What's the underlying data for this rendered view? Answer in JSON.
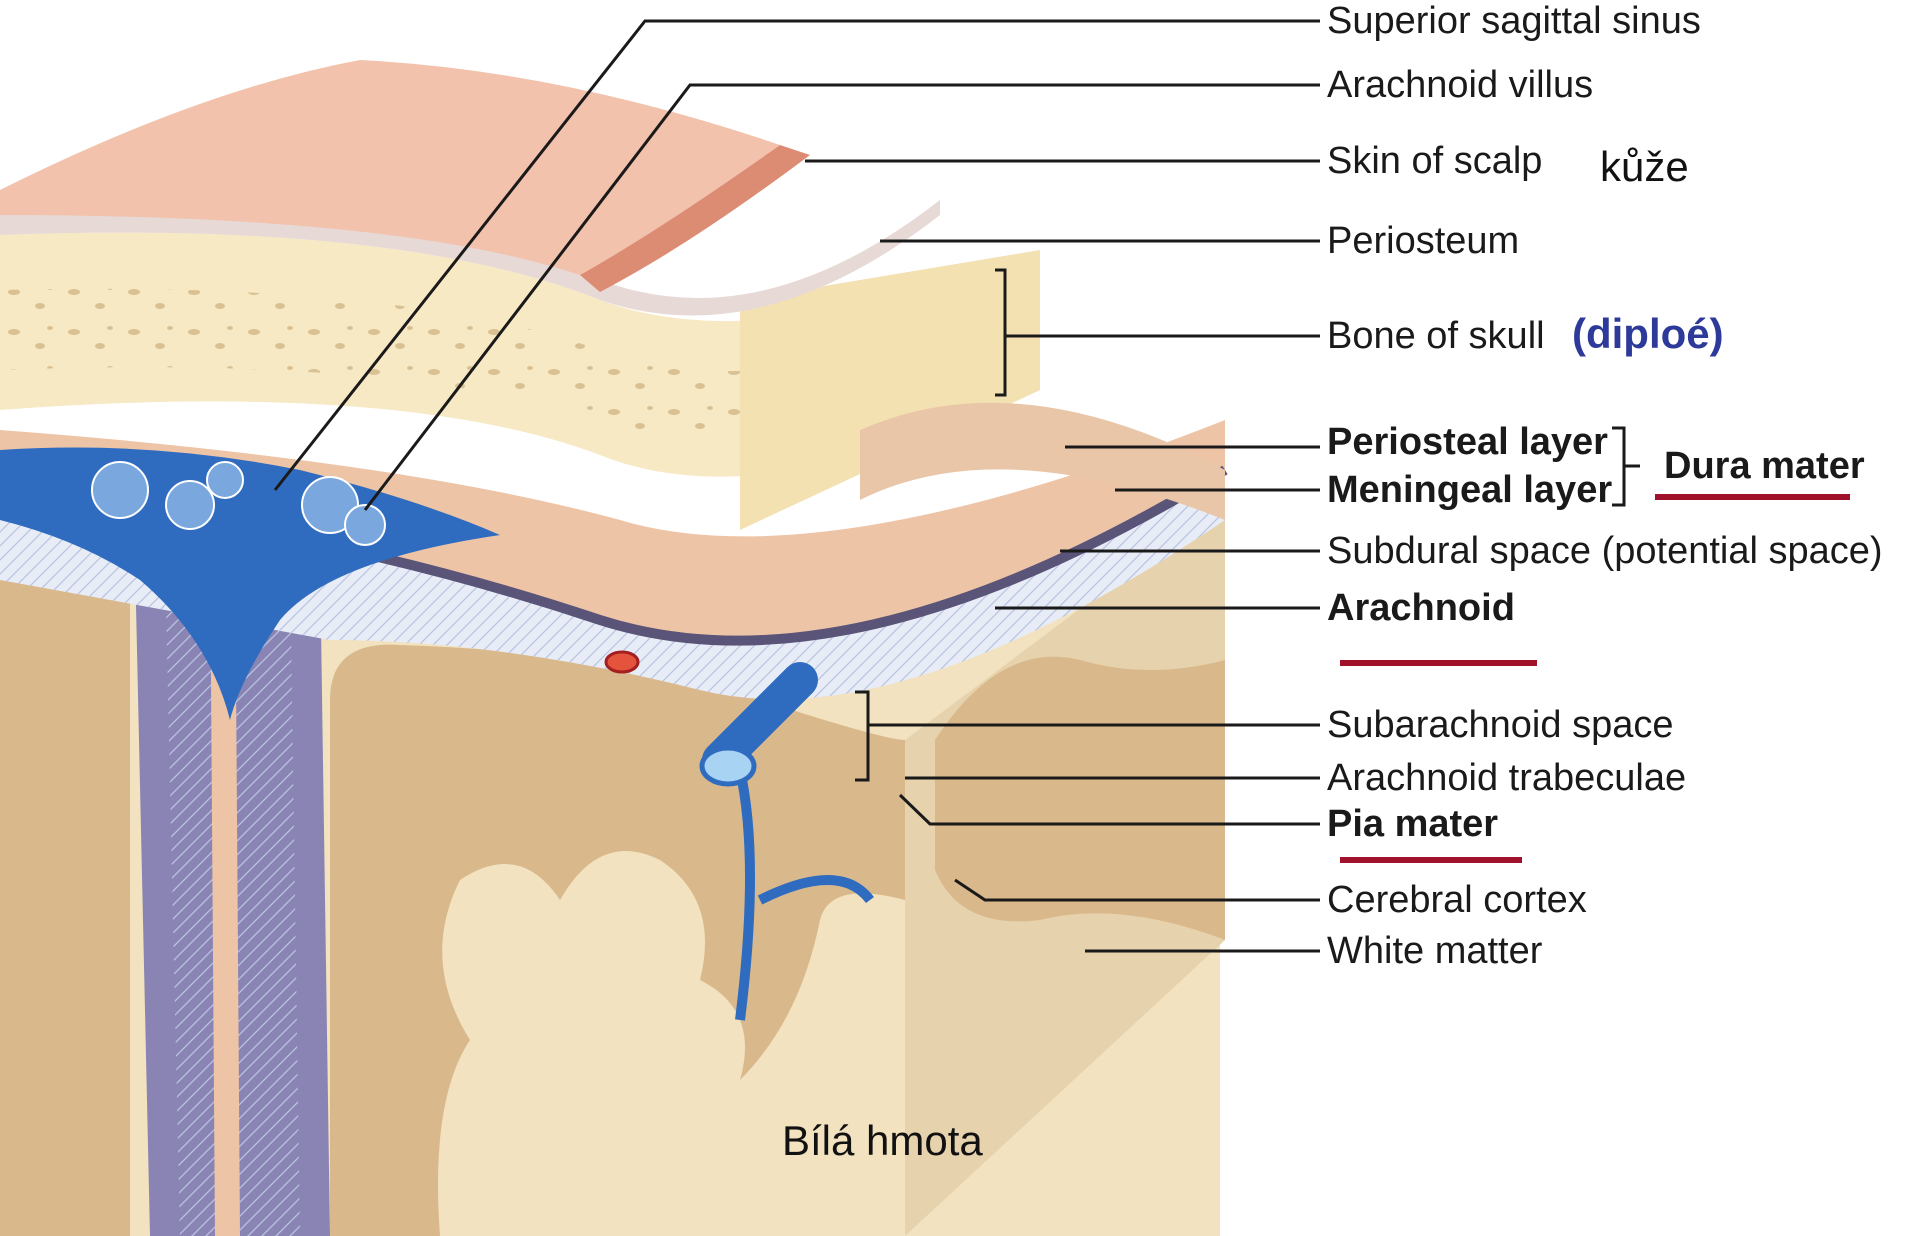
{
  "labels": {
    "superior_sagittal_sinus": "Superior sagittal sinus",
    "arachnoid_villus": "Arachnoid villus",
    "skin_of_scalp": "Skin of scalp",
    "periosteum": "Periosteum",
    "bone_of_skull": "Bone of skull",
    "periosteal_layer": "Periosteal layer",
    "meningeal_layer": "Meningeal layer",
    "dura_mater": "Dura mater",
    "subdural_space": "Subdural space (potential space)",
    "arachnoid": "Arachnoid",
    "subarachnoid_space": "Subarachnoid space",
    "arachnoid_trabeculae": "Arachnoid trabeculae",
    "pia_mater": "Pia mater",
    "cerebral_cortex": "Cerebral cortex",
    "white_matter": "White matter"
  },
  "annotations": {
    "skin_czech": "kůže",
    "diploe": "(diploé)",
    "white_matter_czech": "Bílá hmota"
  },
  "colors": {
    "skin": "#f2c2ac",
    "bone": "#f6e9c4",
    "dura": "#eec4a6",
    "sinus": "#2f6cc0",
    "cortex": "#d9b98c",
    "white_matter": "#f2e2bf",
    "underline": "#a0122b",
    "diploe_text": "#2e3a9a"
  }
}
